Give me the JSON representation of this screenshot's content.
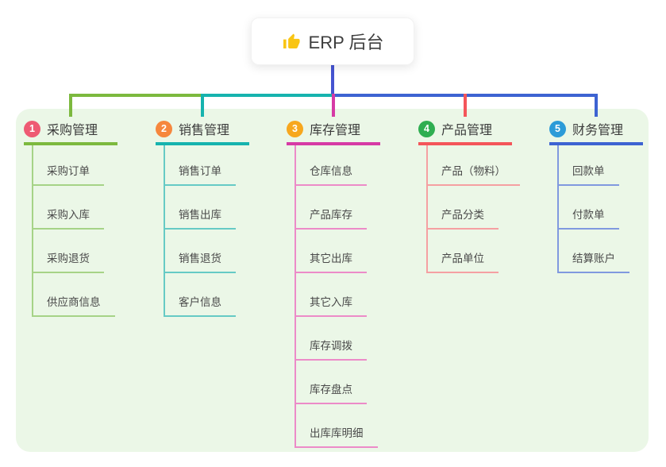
{
  "root": {
    "title": "ERP 后台",
    "icon": "thumbs-up-icon",
    "icon_color": "#F9C513"
  },
  "connector": {
    "stem_color": "#4554D1"
  },
  "colors": {
    "panel_background": "#EBF7E7",
    "card_background": "#FFFFFF",
    "title_text": "#3C3C3C",
    "item_text": "#4A4A4A"
  },
  "branches": [
    {
      "badge": "1",
      "label": "采购管理",
      "badge_color": "#EE5A73",
      "line_color": "#7CB93E",
      "sub_line_color": "#A6D387",
      "items": [
        "采购订单",
        "采购入库",
        "采购退货",
        "供应商信息"
      ]
    },
    {
      "badge": "2",
      "label": "销售管理",
      "badge_color": "#F6873D",
      "line_color": "#16B3AE",
      "sub_line_color": "#66CAC5",
      "items": [
        "销售订单",
        "销售出库",
        "销售退货",
        "客户信息"
      ]
    },
    {
      "badge": "3",
      "label": "库存管理",
      "badge_color": "#F7A71E",
      "line_color": "#D63AA5",
      "sub_line_color": "#EC8BC8",
      "items": [
        "仓库信息",
        "产品库存",
        "其它出库",
        "其它入库",
        "库存调拨",
        "库存盘点",
        "出库库明细"
      ]
    },
    {
      "badge": "4",
      "label": "产品管理",
      "badge_color": "#2FAE51",
      "line_color": "#F4555A",
      "sub_line_color": "#F5A0A2",
      "items": [
        "产品（物料）",
        "产品分类",
        "产品单位"
      ]
    },
    {
      "badge": "5",
      "label": "财务管理",
      "badge_color": "#2C9BD8",
      "line_color": "#3D63D2",
      "sub_line_color": "#8099DF",
      "items": [
        "回款单",
        "付款单",
        "结算账户"
      ]
    }
  ]
}
